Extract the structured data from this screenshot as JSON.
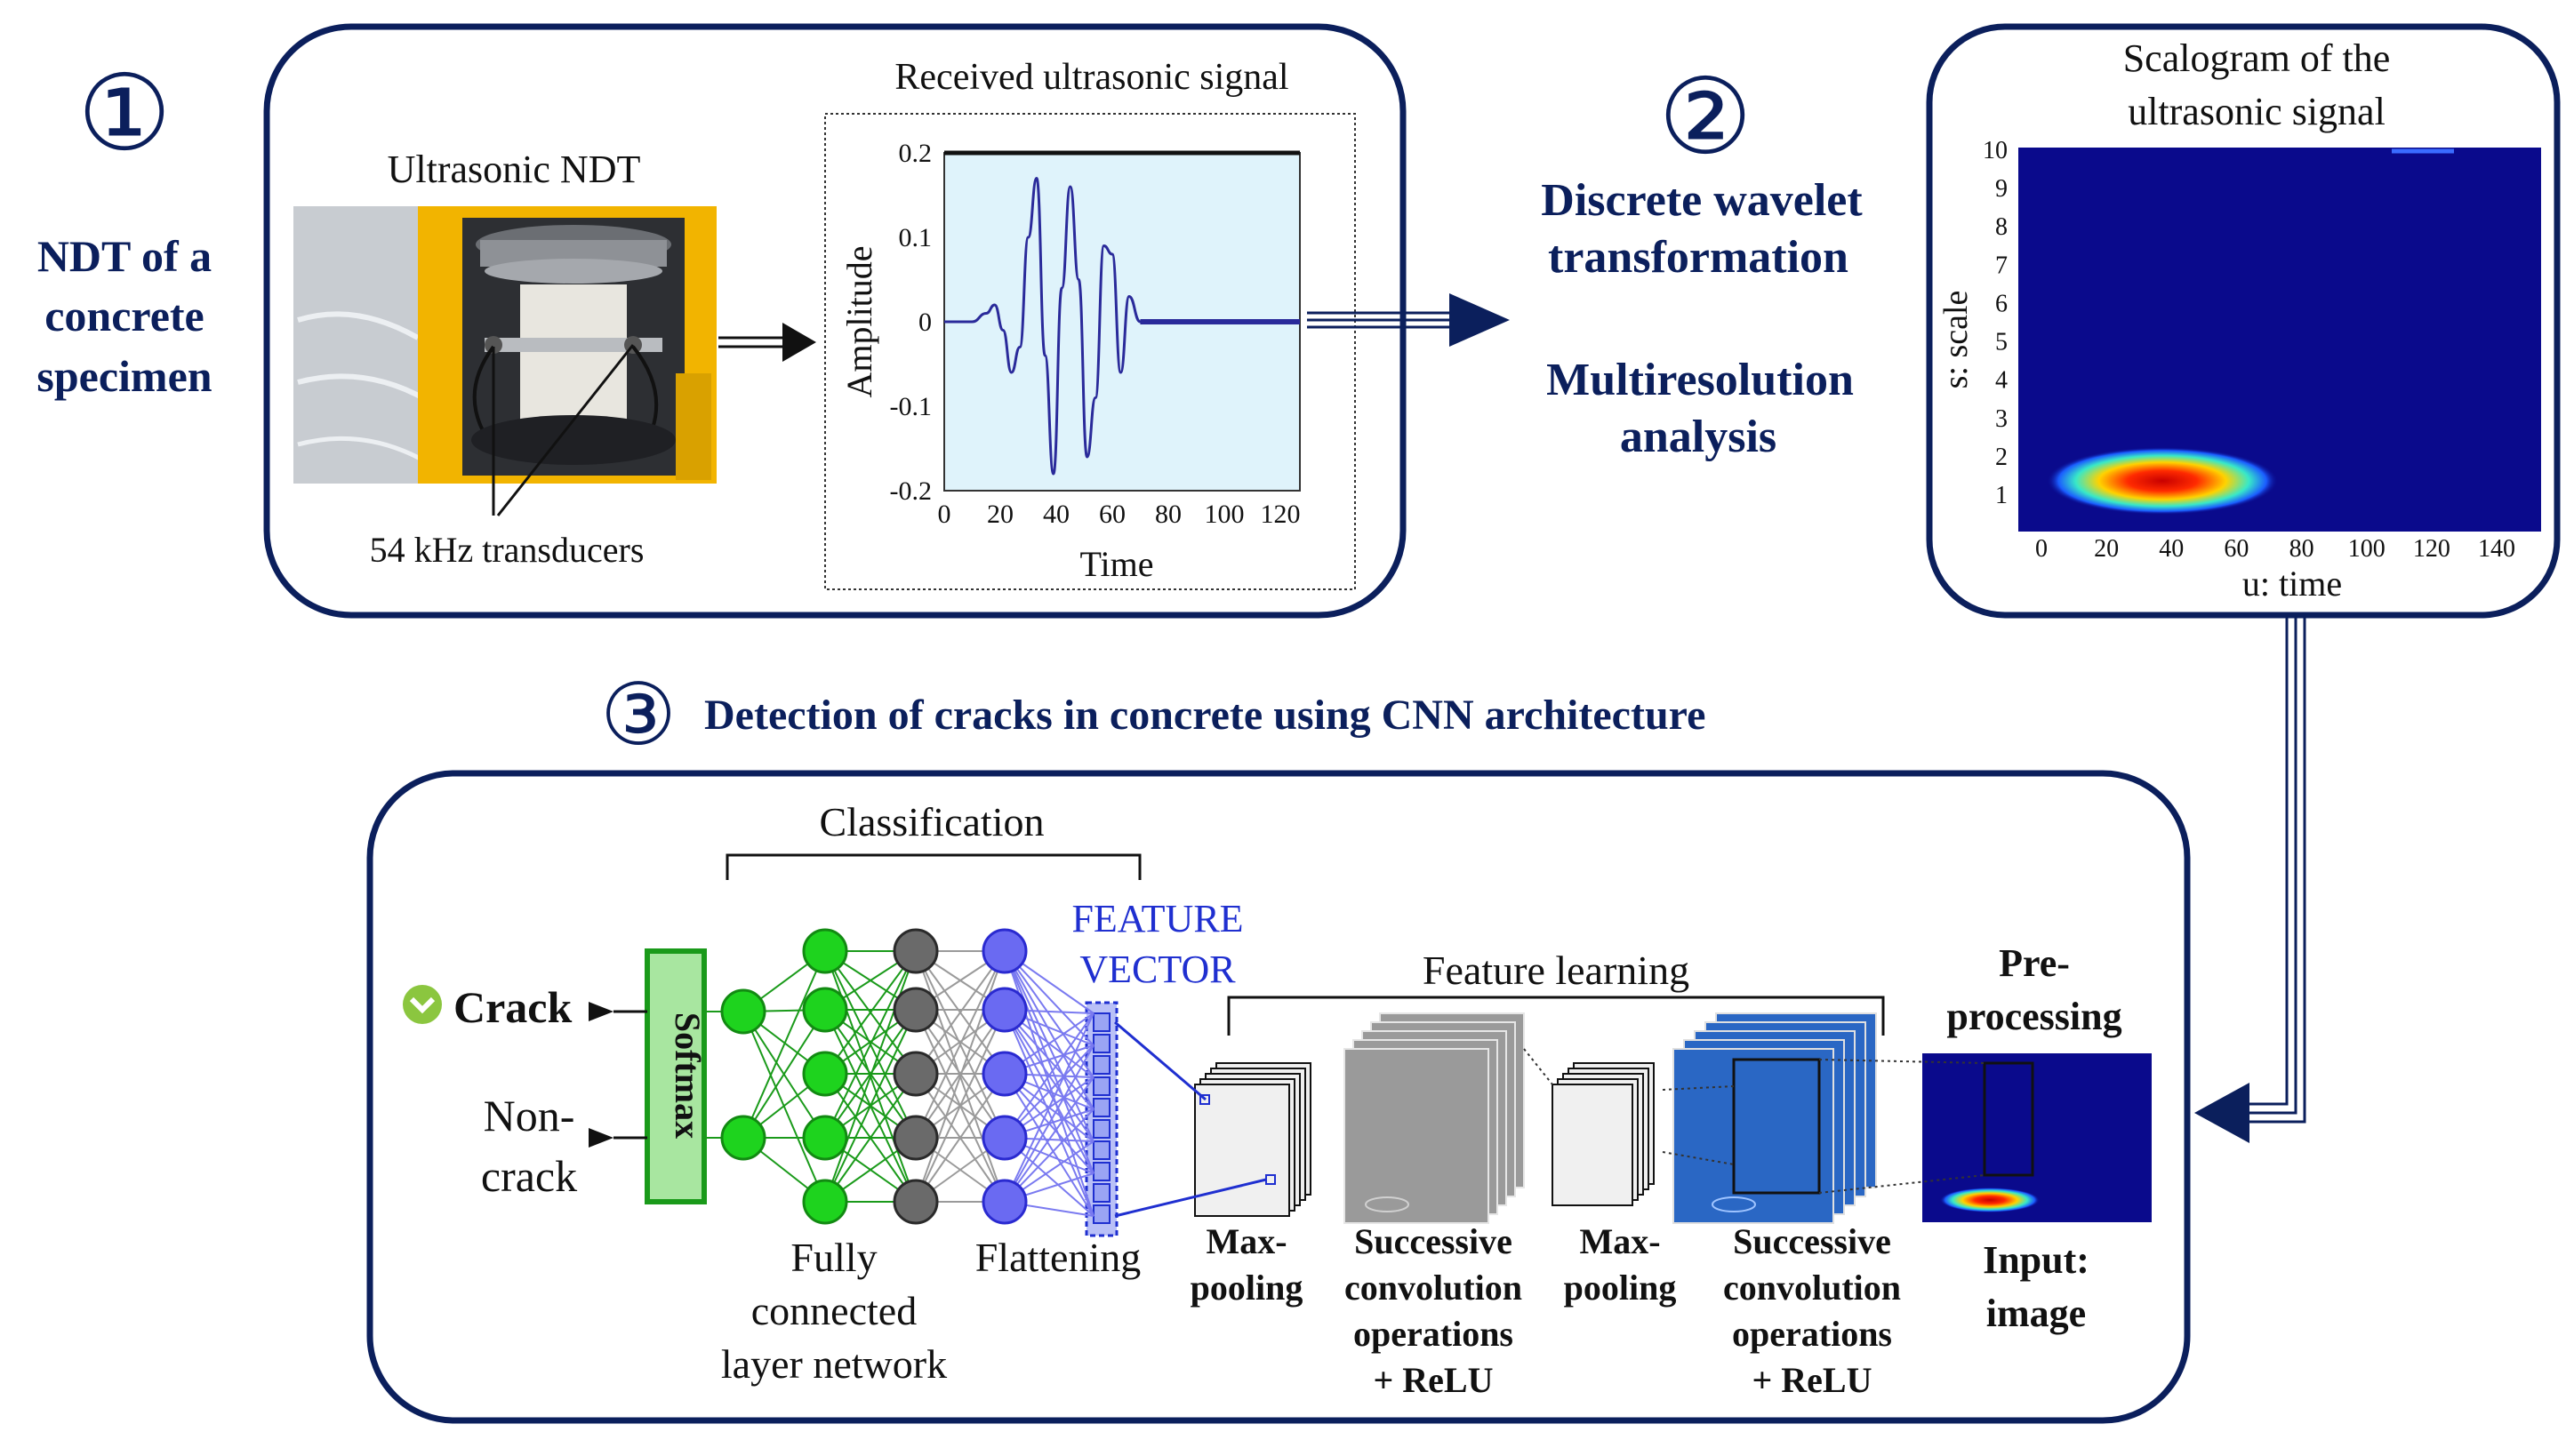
{
  "colors": {
    "navy": "#0b1f5c",
    "feature_blue": "#1f2fd0",
    "green_node": "#1ed31e",
    "gray_node": "#6a6a6a",
    "blue_node": "#6a6af2",
    "scalogram_bg": "#0a0a8c",
    "signal_bg": "#dff3fb",
    "softmax_fill": "#a8e6a0",
    "softmax_border": "#1a9a1a"
  },
  "step1": {
    "number": "①",
    "label_lines": [
      "NDT of a",
      "concrete",
      "specimen"
    ],
    "photo_title": "Ultrasonic NDT",
    "transducer_label": "54 kHz transducers",
    "signal_title": "Received ultrasonic signal",
    "signal_ylabel": "Amplitude",
    "signal_xlabel": "Time",
    "signal_yticks": [
      "0.2",
      "0.1",
      "0",
      "-0.1",
      "-0.2"
    ],
    "signal_xticks": [
      "0",
      "20",
      "40",
      "60",
      "80",
      "100",
      "120"
    ]
  },
  "step2": {
    "number": "②",
    "line1": "Discrete wavelet",
    "line2": "transformation",
    "line3": "Multiresolution",
    "line4": "analysis"
  },
  "scalogram": {
    "title_line1": "Scalogram of the",
    "title_line2": "ultrasonic signal",
    "ylabel": "s: scale",
    "xlabel": "u: time",
    "yticks": [
      "10",
      "9",
      "8",
      "7",
      "6",
      "5",
      "4",
      "3",
      "2",
      "1"
    ],
    "xticks": [
      "0",
      "20",
      "40",
      "60",
      "80",
      "100",
      "120",
      "140"
    ]
  },
  "step3": {
    "number": "③",
    "title": "Detection of cracks in concrete using CNN architecture",
    "classification": "Classification",
    "feature_vector_line1": "FEATURE",
    "feature_vector_line2": "VECTOR",
    "feature_learning": "Feature learning",
    "preprocessing_line1": "Pre-",
    "preprocessing_line2": "processing",
    "crack": "Crack",
    "noncrack_line1": "Non-",
    "noncrack_line2": "crack",
    "softmax": "Softmax",
    "fully_line1": "Fully",
    "fully_line2": "connected",
    "fully_line3": "layer network",
    "flattening": "Flattening",
    "maxpool_line1": "Max-",
    "maxpool_line2": "pooling",
    "conv_line1": "Successive",
    "conv_line2": "convolution",
    "conv_line3": "operations",
    "conv_line4": "+ ReLU",
    "input_line1": "Input:",
    "input_line2": "image"
  },
  "chart_data": {
    "type": "line",
    "title": "Received ultrasonic signal",
    "xlabel": "Time",
    "ylabel": "Amplitude",
    "xlim": [
      0,
      127
    ],
    "ylim": [
      -0.2,
      0.2
    ],
    "x": [
      0,
      5,
      10,
      15,
      18,
      21,
      24,
      27,
      30,
      33,
      36,
      39,
      42,
      45,
      48,
      51,
      54,
      57,
      60,
      63,
      66,
      70,
      80,
      100,
      127
    ],
    "y": [
      0,
      0.0,
      0.0,
      0.01,
      0.02,
      -0.01,
      -0.06,
      -0.03,
      0.1,
      0.17,
      -0.04,
      -0.18,
      0.04,
      0.16,
      0.05,
      -0.16,
      -0.09,
      0.09,
      0.08,
      -0.06,
      0.03,
      0.0,
      0.0,
      0.0,
      0.0
    ]
  }
}
